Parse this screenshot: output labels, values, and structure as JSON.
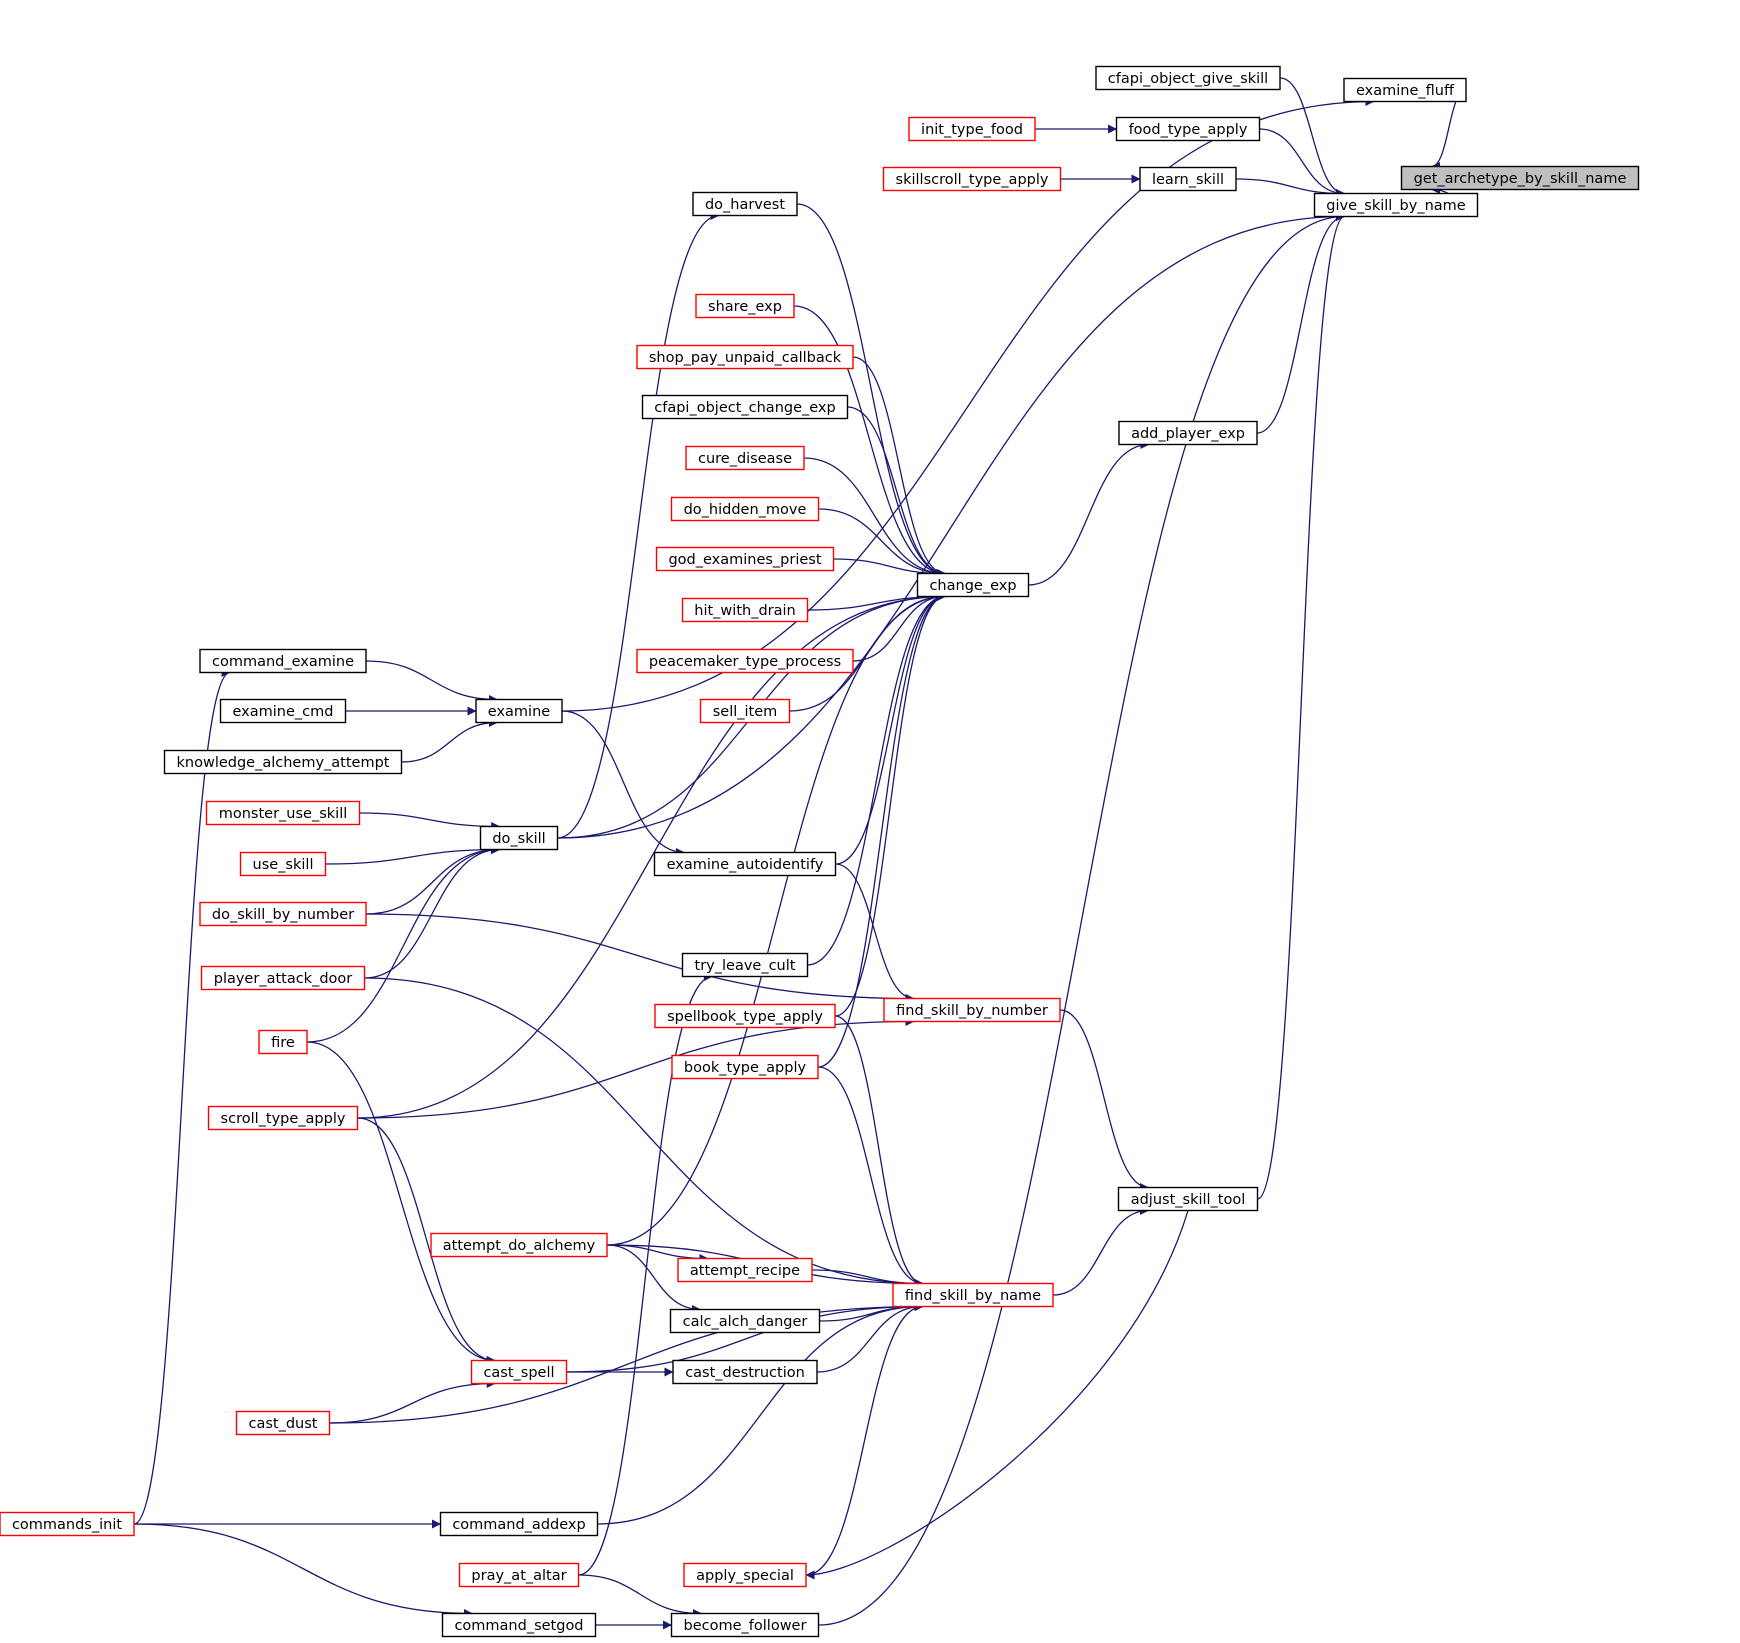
{
  "graph": {
    "colors": {
      "edge": "#191970",
      "node_border_default": "#000000",
      "node_border_truncated": "#ff0000",
      "root_fill": "#bfbfbf",
      "node_fill": "#ffffff"
    },
    "nodes": [
      {
        "id": "get_archetype_by_skill_name",
        "label": "get_archetype_by_skill_name",
        "border": "black",
        "root": true
      },
      {
        "id": "give_skill_by_name",
        "label": "give_skill_by_name",
        "border": "black"
      },
      {
        "id": "examine_fluff",
        "label": "examine_fluff",
        "border": "black"
      },
      {
        "id": "cfapi_object_give_skill",
        "label": "cfapi_object_give_skill",
        "border": "black"
      },
      {
        "id": "food_type_apply",
        "label": "food_type_apply",
        "border": "black"
      },
      {
        "id": "learn_skill",
        "label": "learn_skill",
        "border": "black"
      },
      {
        "id": "init_type_food",
        "label": "init_type_food",
        "border": "red"
      },
      {
        "id": "skillscroll_type_apply",
        "label": "skillscroll_type_apply",
        "border": "red"
      },
      {
        "id": "add_player_exp",
        "label": "add_player_exp",
        "border": "black"
      },
      {
        "id": "change_exp",
        "label": "change_exp",
        "border": "black"
      },
      {
        "id": "do_harvest",
        "label": "do_harvest",
        "border": "black"
      },
      {
        "id": "share_exp",
        "label": "share_exp",
        "border": "red"
      },
      {
        "id": "shop_pay_unpaid_callback",
        "label": "shop_pay_unpaid_callback",
        "border": "red"
      },
      {
        "id": "cfapi_object_change_exp",
        "label": "cfapi_object_change_exp",
        "border": "black"
      },
      {
        "id": "cure_disease",
        "label": "cure_disease",
        "border": "red"
      },
      {
        "id": "do_hidden_move",
        "label": "do_hidden_move",
        "border": "red"
      },
      {
        "id": "god_examines_priest",
        "label": "god_examines_priest",
        "border": "red"
      },
      {
        "id": "hit_with_drain",
        "label": "hit_with_drain",
        "border": "red"
      },
      {
        "id": "peacemaker_type_process",
        "label": "peacemaker_type_process",
        "border": "red"
      },
      {
        "id": "sell_item",
        "label": "sell_item",
        "border": "red"
      },
      {
        "id": "examine_autoidentify",
        "label": "examine_autoidentify",
        "border": "black"
      },
      {
        "id": "try_leave_cult",
        "label": "try_leave_cult",
        "border": "black"
      },
      {
        "id": "spellbook_type_apply",
        "label": "spellbook_type_apply",
        "border": "red"
      },
      {
        "id": "book_type_apply",
        "label": "book_type_apply",
        "border": "red"
      },
      {
        "id": "find_skill_by_number",
        "label": "find_skill_by_number",
        "border": "red"
      },
      {
        "id": "adjust_skill_tool",
        "label": "adjust_skill_tool",
        "border": "black"
      },
      {
        "id": "find_skill_by_name",
        "label": "find_skill_by_name",
        "border": "red"
      },
      {
        "id": "attempt_recipe",
        "label": "attempt_recipe",
        "border": "red"
      },
      {
        "id": "calc_alch_danger",
        "label": "calc_alch_danger",
        "border": "black"
      },
      {
        "id": "cast_destruction",
        "label": "cast_destruction",
        "border": "black"
      },
      {
        "id": "apply_special",
        "label": "apply_special",
        "border": "red"
      },
      {
        "id": "become_follower",
        "label": "become_follower",
        "border": "black"
      },
      {
        "id": "command_examine",
        "label": "command_examine",
        "border": "black"
      },
      {
        "id": "examine_cmd",
        "label": "examine_cmd",
        "border": "black"
      },
      {
        "id": "knowledge_alchemy_attempt",
        "label": "knowledge_alchemy_attempt",
        "border": "black"
      },
      {
        "id": "examine",
        "label": "examine",
        "border": "black"
      },
      {
        "id": "monster_use_skill",
        "label": "monster_use_skill",
        "border": "red"
      },
      {
        "id": "use_skill",
        "label": "use_skill",
        "border": "red"
      },
      {
        "id": "do_skill",
        "label": "do_skill",
        "border": "black"
      },
      {
        "id": "do_skill_by_number",
        "label": "do_skill_by_number",
        "border": "red"
      },
      {
        "id": "player_attack_door",
        "label": "player_attack_door",
        "border": "red"
      },
      {
        "id": "fire",
        "label": "fire",
        "border": "red"
      },
      {
        "id": "scroll_type_apply",
        "label": "scroll_type_apply",
        "border": "red"
      },
      {
        "id": "attempt_do_alchemy",
        "label": "attempt_do_alchemy",
        "border": "red"
      },
      {
        "id": "cast_spell",
        "label": "cast_spell",
        "border": "red"
      },
      {
        "id": "cast_dust",
        "label": "cast_dust",
        "border": "red"
      },
      {
        "id": "commands_init",
        "label": "commands_init",
        "border": "red"
      },
      {
        "id": "command_addexp",
        "label": "command_addexp",
        "border": "black"
      },
      {
        "id": "pray_at_altar",
        "label": "pray_at_altar",
        "border": "red"
      },
      {
        "id": "command_setgod",
        "label": "command_setgod",
        "border": "black"
      }
    ],
    "edges": [
      [
        "give_skill_by_name",
        "get_archetype_by_skill_name"
      ],
      [
        "examine_fluff",
        "get_archetype_by_skill_name"
      ],
      [
        "cfapi_object_give_skill",
        "give_skill_by_name"
      ],
      [
        "food_type_apply",
        "give_skill_by_name"
      ],
      [
        "learn_skill",
        "give_skill_by_name"
      ],
      [
        "add_player_exp",
        "give_skill_by_name"
      ],
      [
        "adjust_skill_tool",
        "give_skill_by_name"
      ],
      [
        "become_follower",
        "give_skill_by_name"
      ],
      [
        "do_skill",
        "give_skill_by_name"
      ],
      [
        "examine",
        "examine_fluff"
      ],
      [
        "init_type_food",
        "food_type_apply"
      ],
      [
        "skillscroll_type_apply",
        "learn_skill"
      ],
      [
        "change_exp",
        "add_player_exp"
      ],
      [
        "do_harvest",
        "change_exp"
      ],
      [
        "share_exp",
        "change_exp"
      ],
      [
        "shop_pay_unpaid_callback",
        "change_exp"
      ],
      [
        "cfapi_object_change_exp",
        "change_exp"
      ],
      [
        "cure_disease",
        "change_exp"
      ],
      [
        "do_hidden_move",
        "change_exp"
      ],
      [
        "god_examines_priest",
        "change_exp"
      ],
      [
        "hit_with_drain",
        "change_exp"
      ],
      [
        "peacemaker_type_process",
        "change_exp"
      ],
      [
        "sell_item",
        "change_exp"
      ],
      [
        "examine_autoidentify",
        "change_exp"
      ],
      [
        "try_leave_cult",
        "change_exp"
      ],
      [
        "spellbook_type_apply",
        "change_exp"
      ],
      [
        "book_type_apply",
        "change_exp"
      ],
      [
        "scroll_type_apply",
        "change_exp"
      ],
      [
        "attempt_do_alchemy",
        "change_exp"
      ],
      [
        "do_skill",
        "change_exp"
      ],
      [
        "do_skill",
        "do_harvest"
      ],
      [
        "examine",
        "examine_autoidentify"
      ],
      [
        "examine_autoidentify",
        "find_skill_by_number"
      ],
      [
        "do_skill_by_number",
        "find_skill_by_number"
      ],
      [
        "scroll_type_apply",
        "find_skill_by_number"
      ],
      [
        "find_skill_by_number",
        "adjust_skill_tool"
      ],
      [
        "find_skill_by_name",
        "adjust_skill_tool"
      ],
      [
        "adjust_skill_tool",
        "apply_special"
      ],
      [
        "spellbook_type_apply",
        "find_skill_by_name"
      ],
      [
        "book_type_apply",
        "find_skill_by_name"
      ],
      [
        "player_attack_door",
        "find_skill_by_name"
      ],
      [
        "attempt_do_alchemy",
        "find_skill_by_name"
      ],
      [
        "attempt_recipe",
        "find_skill_by_name"
      ],
      [
        "calc_alch_danger",
        "find_skill_by_name"
      ],
      [
        "cast_destruction",
        "find_skill_by_name"
      ],
      [
        "cast_spell",
        "find_skill_by_name"
      ],
      [
        "cast_dust",
        "find_skill_by_name"
      ],
      [
        "command_addexp",
        "find_skill_by_name"
      ],
      [
        "apply_special",
        "find_skill_by_name"
      ],
      [
        "attempt_do_alchemy",
        "attempt_recipe"
      ],
      [
        "attempt_do_alchemy",
        "calc_alch_danger"
      ],
      [
        "cast_spell",
        "cast_destruction"
      ],
      [
        "command_examine",
        "examine"
      ],
      [
        "examine_cmd",
        "examine"
      ],
      [
        "knowledge_alchemy_attempt",
        "examine"
      ],
      [
        "monster_use_skill",
        "do_skill"
      ],
      [
        "use_skill",
        "do_skill"
      ],
      [
        "do_skill_by_number",
        "do_skill"
      ],
      [
        "player_attack_door",
        "do_skill"
      ],
      [
        "fire",
        "do_skill"
      ],
      [
        "fire",
        "cast_spell"
      ],
      [
        "scroll_type_apply",
        "cast_spell"
      ],
      [
        "cast_dust",
        "cast_spell"
      ],
      [
        "commands_init",
        "command_examine"
      ],
      [
        "commands_init",
        "command_addexp"
      ],
      [
        "commands_init",
        "command_setgod"
      ],
      [
        "pray_at_altar",
        "try_leave_cult"
      ],
      [
        "pray_at_altar",
        "become_follower"
      ],
      [
        "command_setgod",
        "become_follower"
      ]
    ]
  }
}
